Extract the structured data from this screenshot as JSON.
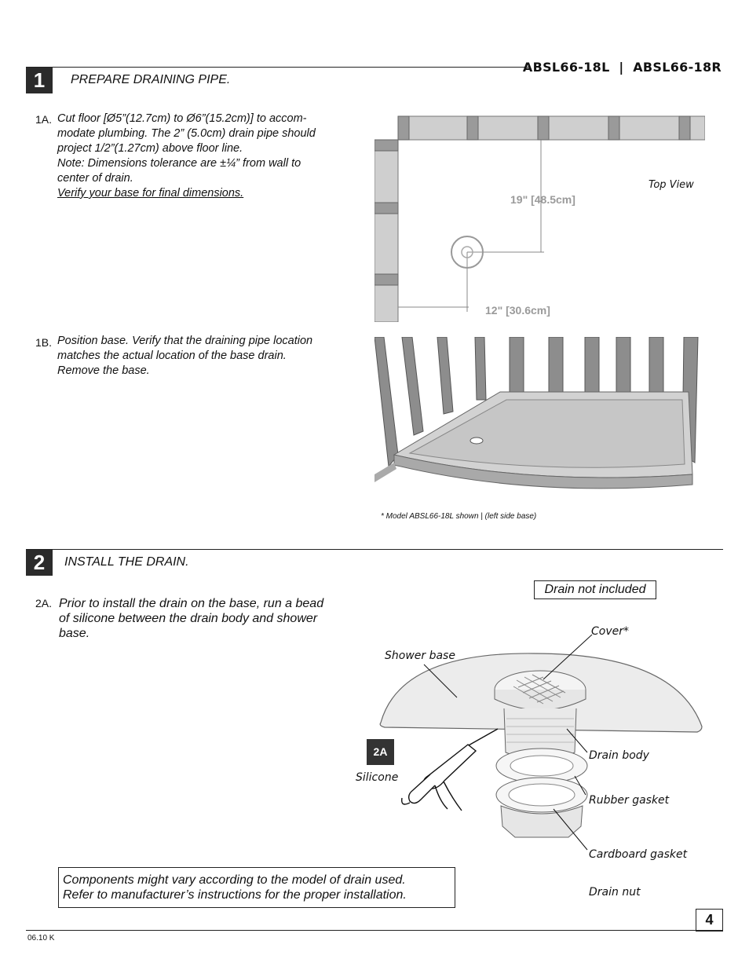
{
  "header": {
    "model": "ABSL66-18L  |  ABSL66-18R"
  },
  "step1": {
    "number": "1",
    "title": "PREPARE DRAINING PIPE.",
    "sub_a": {
      "label": "1A.",
      "lines": [
        "Cut floor [Ø5”(12.7cm) to Ø6”(15.2cm)] to accom-",
        "modate plumbing. The 2” (5.0cm) drain pipe should",
        "project 1/2”(1.27cm) above floor line.",
        "Note: Dimensions tolerance are ±¼” from wall to",
        "center of drain."
      ],
      "verify": "Verify your base for final dimensions."
    },
    "sub_b": {
      "label": "1B.",
      "lines": [
        "Position base. Verify that the draining pipe location",
        "matches the actual location of the base drain.",
        "Remove the base."
      ]
    },
    "top_view": {
      "caption": "Top View",
      "dim_vertical": "19\" [48.5cm]",
      "dim_horizontal": "12\" [30.6cm]"
    },
    "model_note": "* Model ABSL66-18L shown | (left side base)"
  },
  "step2": {
    "number": "2",
    "title": "INSTALL THE DRAIN.",
    "sub_a": {
      "label": "2A.",
      "lines": [
        "Prior to install the drain on the base, run a bead",
        "of silicone between the drain body and shower",
        "base."
      ]
    },
    "drain_not_included": "Drain not included",
    "callouts": {
      "cover": "Cover*",
      "shower_base": "Shower base",
      "drain_body": "Drain body",
      "rubber_gasket": "Rubber gasket",
      "cardboard_gasket": "Cardboard gasket",
      "drain_nut": "Drain nut",
      "silicone": "Silicone",
      "badge": "2A"
    },
    "components_note": [
      "Components might vary according to the model of drain used.",
      "Refer to manufacturer’s instructions for the proper installation."
    ]
  },
  "footer": {
    "revision": "06.10 K",
    "page_number": "4"
  }
}
